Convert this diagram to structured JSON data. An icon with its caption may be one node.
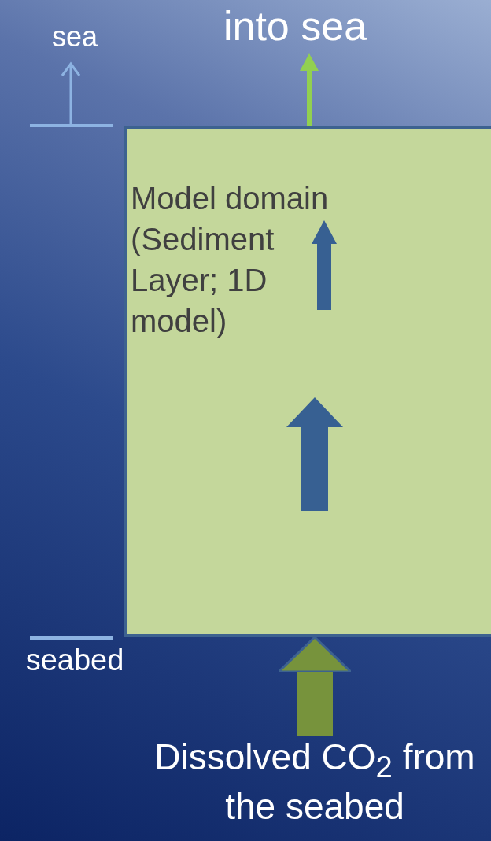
{
  "diagram": {
    "nodes": [
      {
        "text": [
          "Model domain (Sediment Layer; 1D model)"
        ]
      },
      {
        "text": [
          "into sea"
        ]
      },
      {
        "text": [
          "Dissolved CO$_{2}$ from the seabed"
        ]
      }
    ],
    "edges": [
      {
        "from": 0,
        "to": 1,
        "arrow": "to",
        "color": "#92d050"
      },
      {
        "from": 2,
        "to": 0,
        "arrow": "to",
        "style": "thick",
        "color": "#77933c"
      }
    ],
    "labels": [
      "sea",
      "seabed"
    ]
  }
}
